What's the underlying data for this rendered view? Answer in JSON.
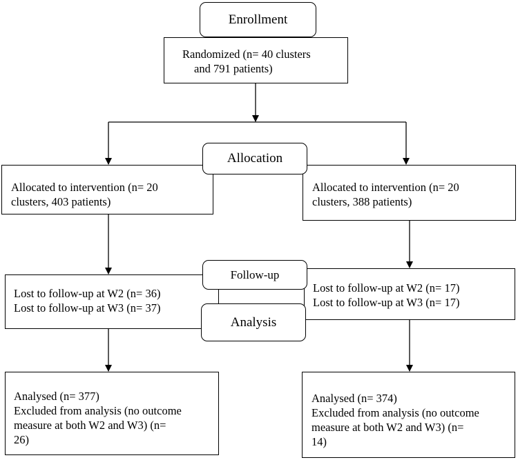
{
  "stages": {
    "enrollment": "Enrollment",
    "allocation": "Allocation",
    "follow_up": "Follow-up",
    "analysis": "Analysis"
  },
  "randomized": {
    "lines": [
      "Randomized (n= 40 clusters",
      "and 791 patients)"
    ]
  },
  "allocation": {
    "left": [
      "Allocated to intervention (n= 20",
      "clusters, 403 patients)"
    ],
    "right": [
      "Allocated to intervention (n= 20",
      "clusters, 388 patients)"
    ]
  },
  "follow_up": {
    "left": [
      "Lost to follow-up at W2 (n= 36)",
      "Lost to follow-up at W3 (n= 37)"
    ],
    "right": [
      "Lost to follow-up at W2 (n= 17)",
      "Lost to follow-up at W3 (n= 17)"
    ]
  },
  "analysis": {
    "left": [
      "Analysed (n= 377)",
      "Excluded from analysis (no outcome",
      "measure at both W2 and W3) (n=",
      "26)"
    ],
    "right": [
      "Analysed (n= 374)",
      "Excluded from analysis (no outcome",
      "measure at both W2 and W3) (n=",
      "14)"
    ]
  }
}
